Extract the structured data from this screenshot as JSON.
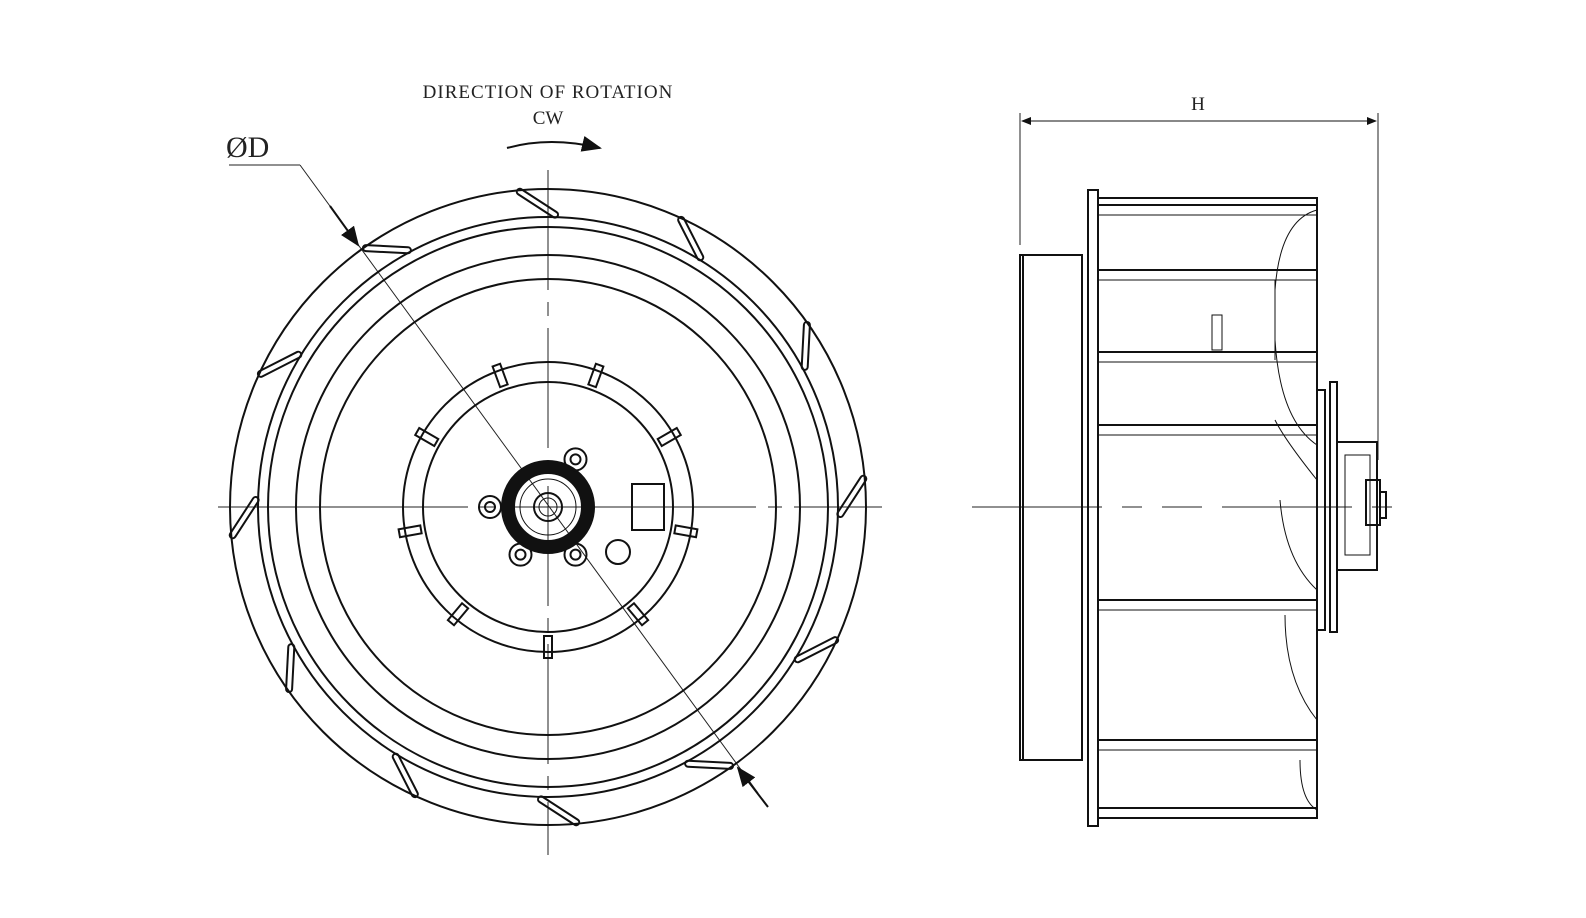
{
  "labels": {
    "direction": "DIRECTION OF ROTATION",
    "rotation": "CW",
    "diameter": "ØD",
    "height": "H"
  },
  "colors": {
    "line": "#111111",
    "background": "#ffffff"
  }
}
